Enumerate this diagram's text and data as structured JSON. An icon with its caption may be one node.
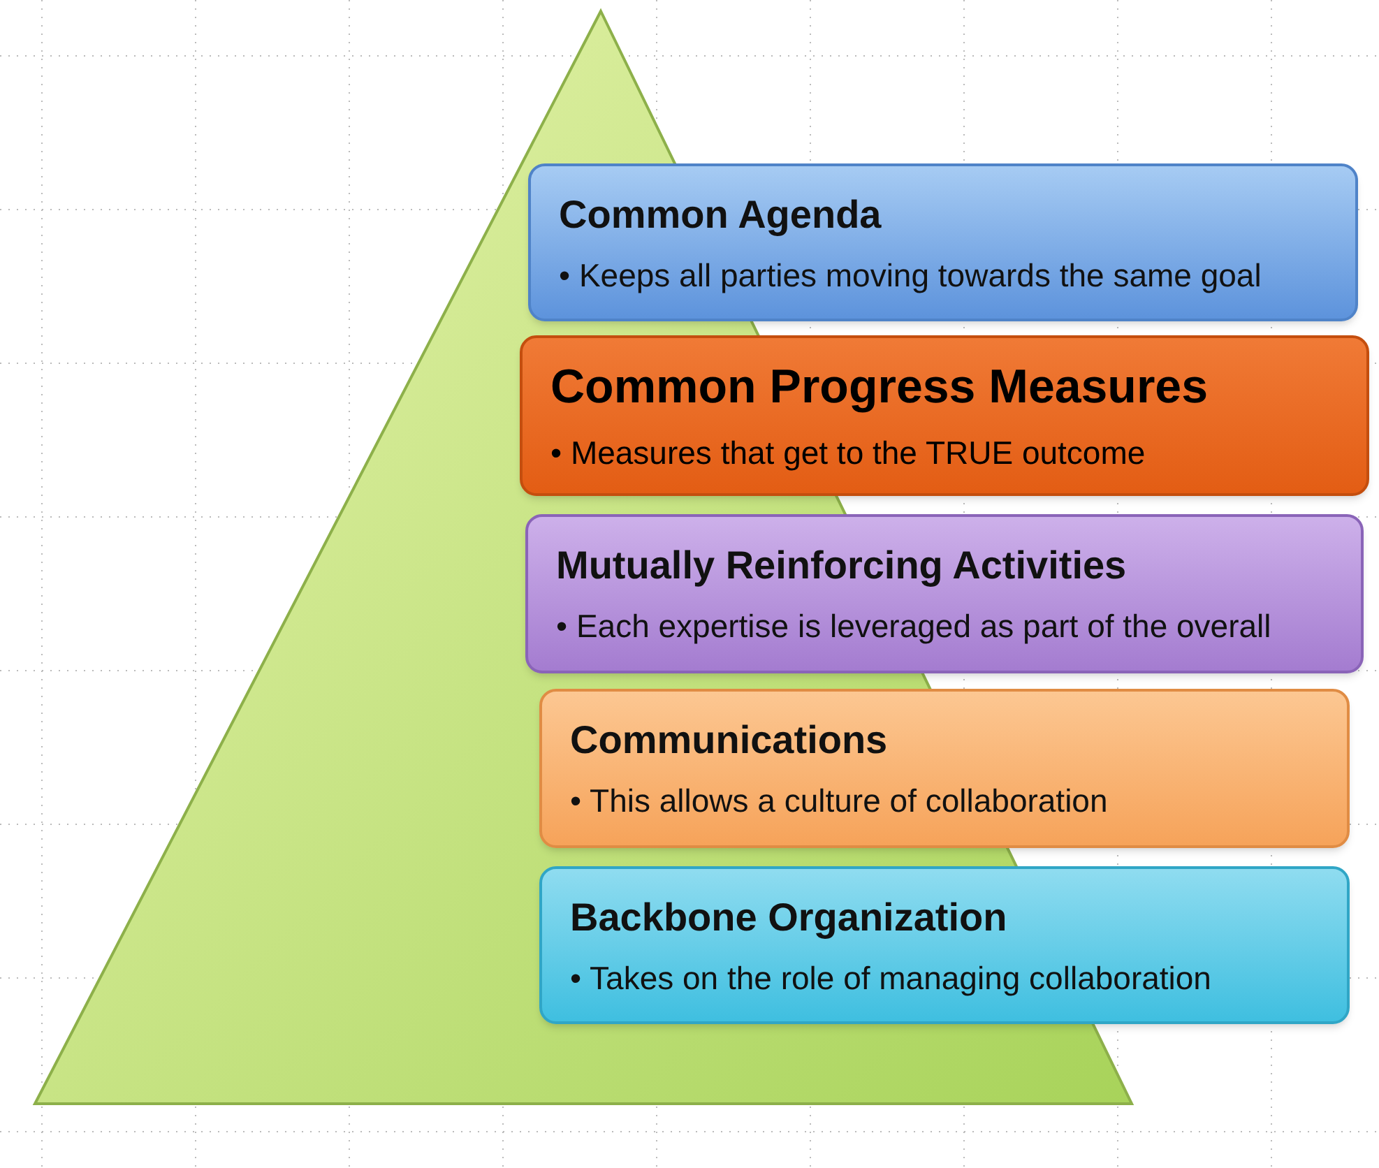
{
  "diagram": {
    "nodes": [
      {
        "text": [
          "Common Agenda",
          "• Keeps all parties moving towards the same goal"
        ]
      },
      {
        "text": [
          "Common Progress Measures",
          "• Measures that get to the TRUE outcome"
        ]
      },
      {
        "text": [
          "Mutually Reinforcing Activities",
          "• Each expertise is leveraged as part of the overall"
        ]
      },
      {
        "text": [
          "Communications",
          "• This allows a culture of collaboration"
        ]
      },
      {
        "text": [
          "Backbone Organization",
          "• Takes on the role of managing collaboration"
        ]
      }
    ]
  }
}
